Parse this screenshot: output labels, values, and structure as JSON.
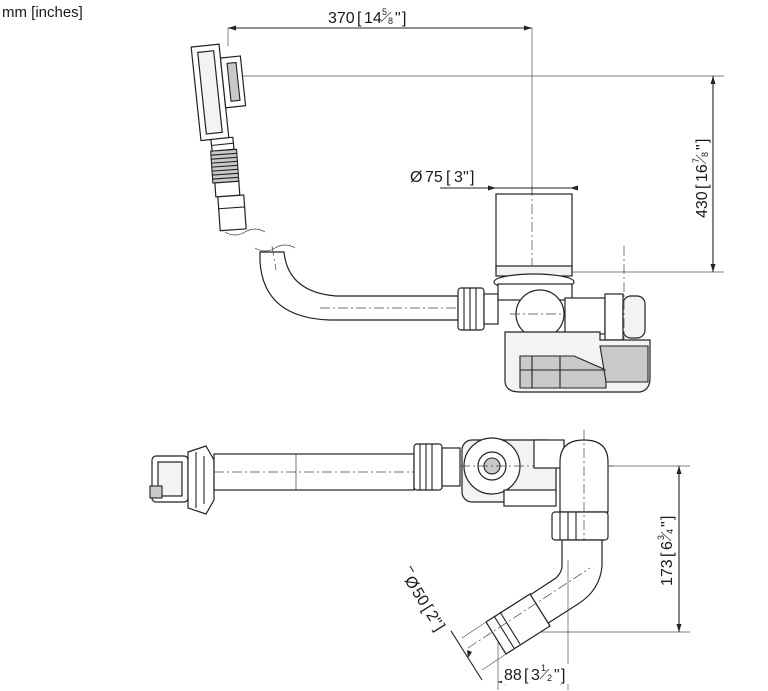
{
  "units_label": "mm [inches]",
  "dimensions": {
    "overall_width": {
      "mm": "370",
      "whole": "14",
      "num": "5",
      "den": "8",
      "unit": "\""
    },
    "overall_height": {
      "mm": "430",
      "whole": "16",
      "num": "7",
      "den": "8",
      "unit": "\""
    },
    "overflow_diameter": {
      "symbol": "Ø",
      "mm": "75",
      "inch": "3",
      "unit": "\""
    },
    "pipe_diameter": {
      "symbol": "Ø",
      "mm": "50",
      "inch": "2",
      "unit": "\""
    },
    "outlet_height": {
      "mm": "173",
      "whole": "6",
      "num": "3",
      "den": "4",
      "unit": "\""
    },
    "outlet_offset": {
      "mm": "88",
      "whole": "3",
      "num": "1",
      "den": "2",
      "unit": "\""
    }
  }
}
